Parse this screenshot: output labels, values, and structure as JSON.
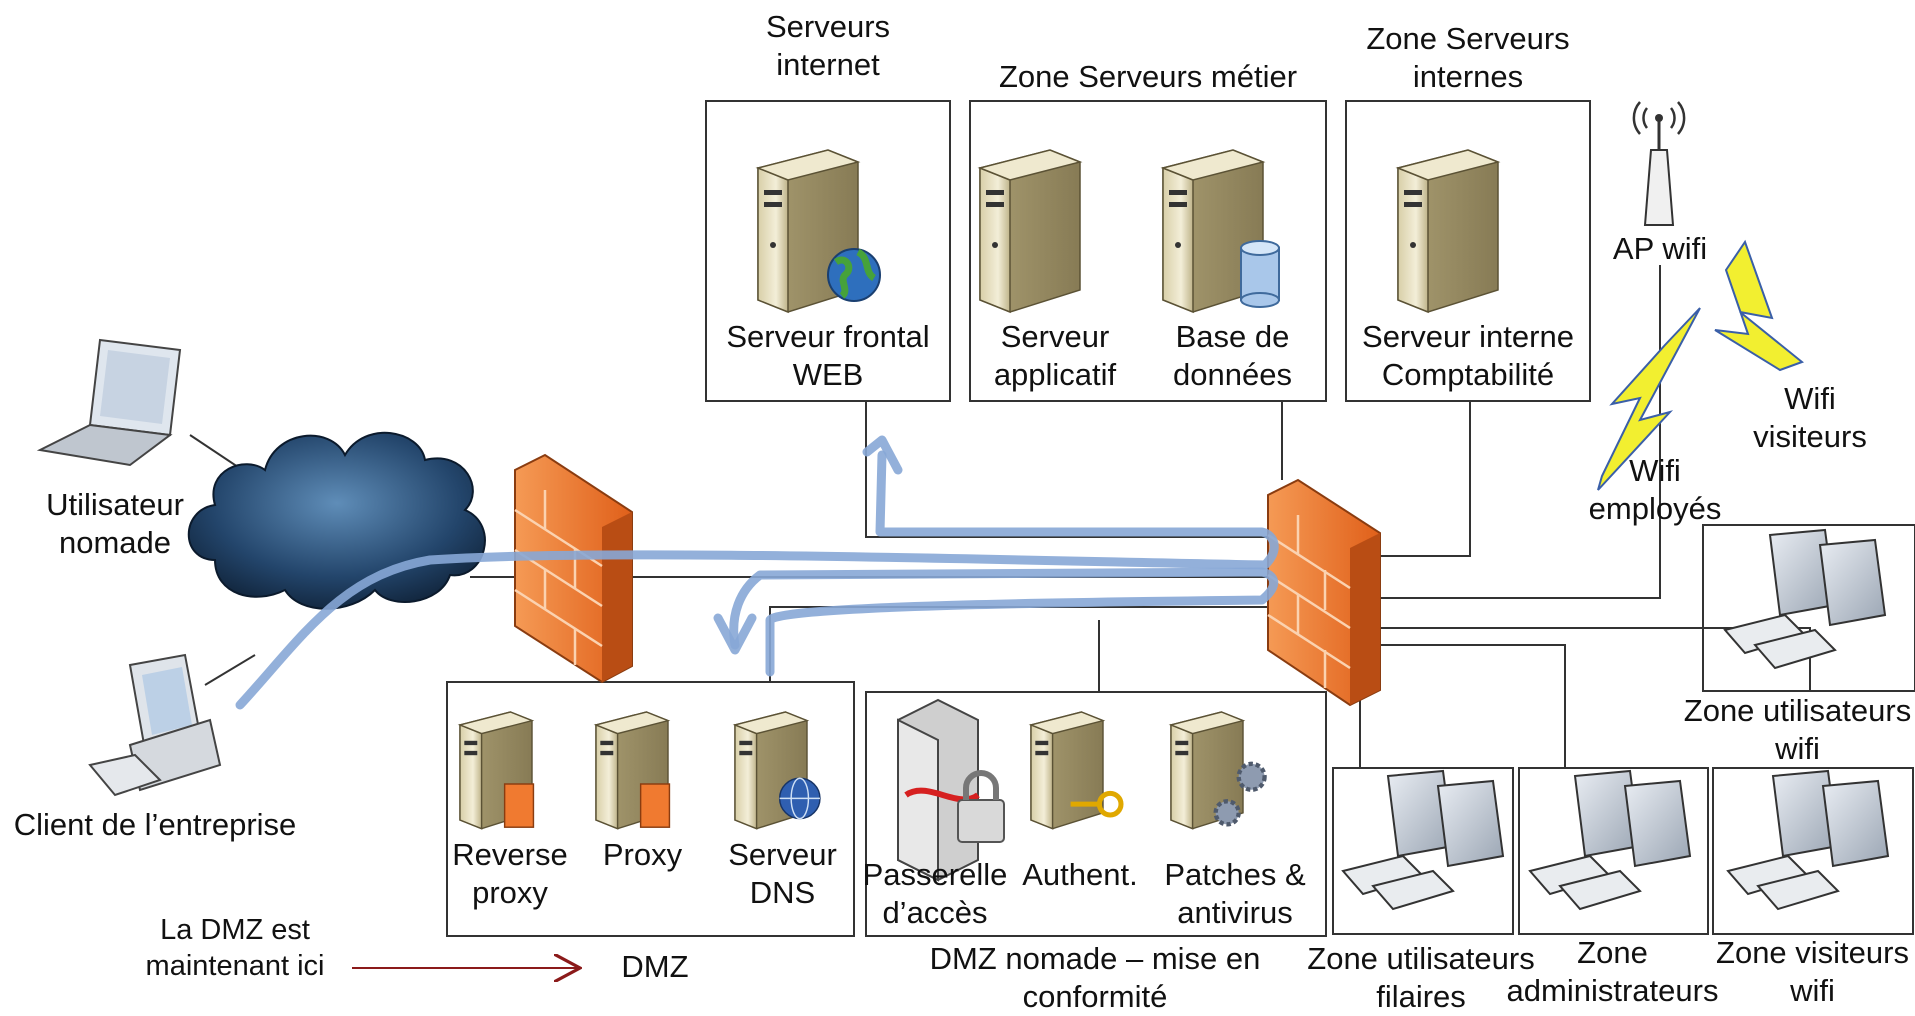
{
  "zones": {
    "internet_servers": "Serveurs\ninternet",
    "business_servers": "Zone Serveurs métier",
    "internal_servers": "Zone Serveurs\ninternes",
    "dmz": "DMZ",
    "nomad_dmz": "DMZ nomade – mise en\nconformité",
    "wired_users": "Zone utilisateurs\nfilaires",
    "admins": "Zone\nadministrateurs",
    "wifi_users": "Zone utilisateurs\nwifi",
    "wifi_visitors": "Zone visiteurs\nwifi"
  },
  "nodes": {
    "web_front": "Serveur frontal\nWEB",
    "app_server": "Serveur\napplicatif",
    "database": "Base de\ndonnées",
    "accounting": "Serveur interne\nComptabilité",
    "ap_wifi": "AP wifi",
    "wifi_visitors_link": "Wifi\nvisiteurs",
    "wifi_employees_link": "Wifi\nemployés",
    "nomad_user": "Utilisateur\nnomade",
    "client": "Client de l’entreprise",
    "reverse_proxy": "Reverse\nproxy",
    "proxy": "Proxy",
    "dns": "Serveur\nDNS",
    "gateway": "Passerelle\nd’accès",
    "auth": "Authent.",
    "patches": "Patches &\nantivirus"
  },
  "annotation": "La DMZ est\nmaintenant ici",
  "colors": {
    "flow_arrow": "#87a7d6",
    "annotation_arrow": "#8b1a1a",
    "firewall": "#f07a30",
    "lightning": "#f2ef30",
    "cloud": "#1b3553"
  }
}
